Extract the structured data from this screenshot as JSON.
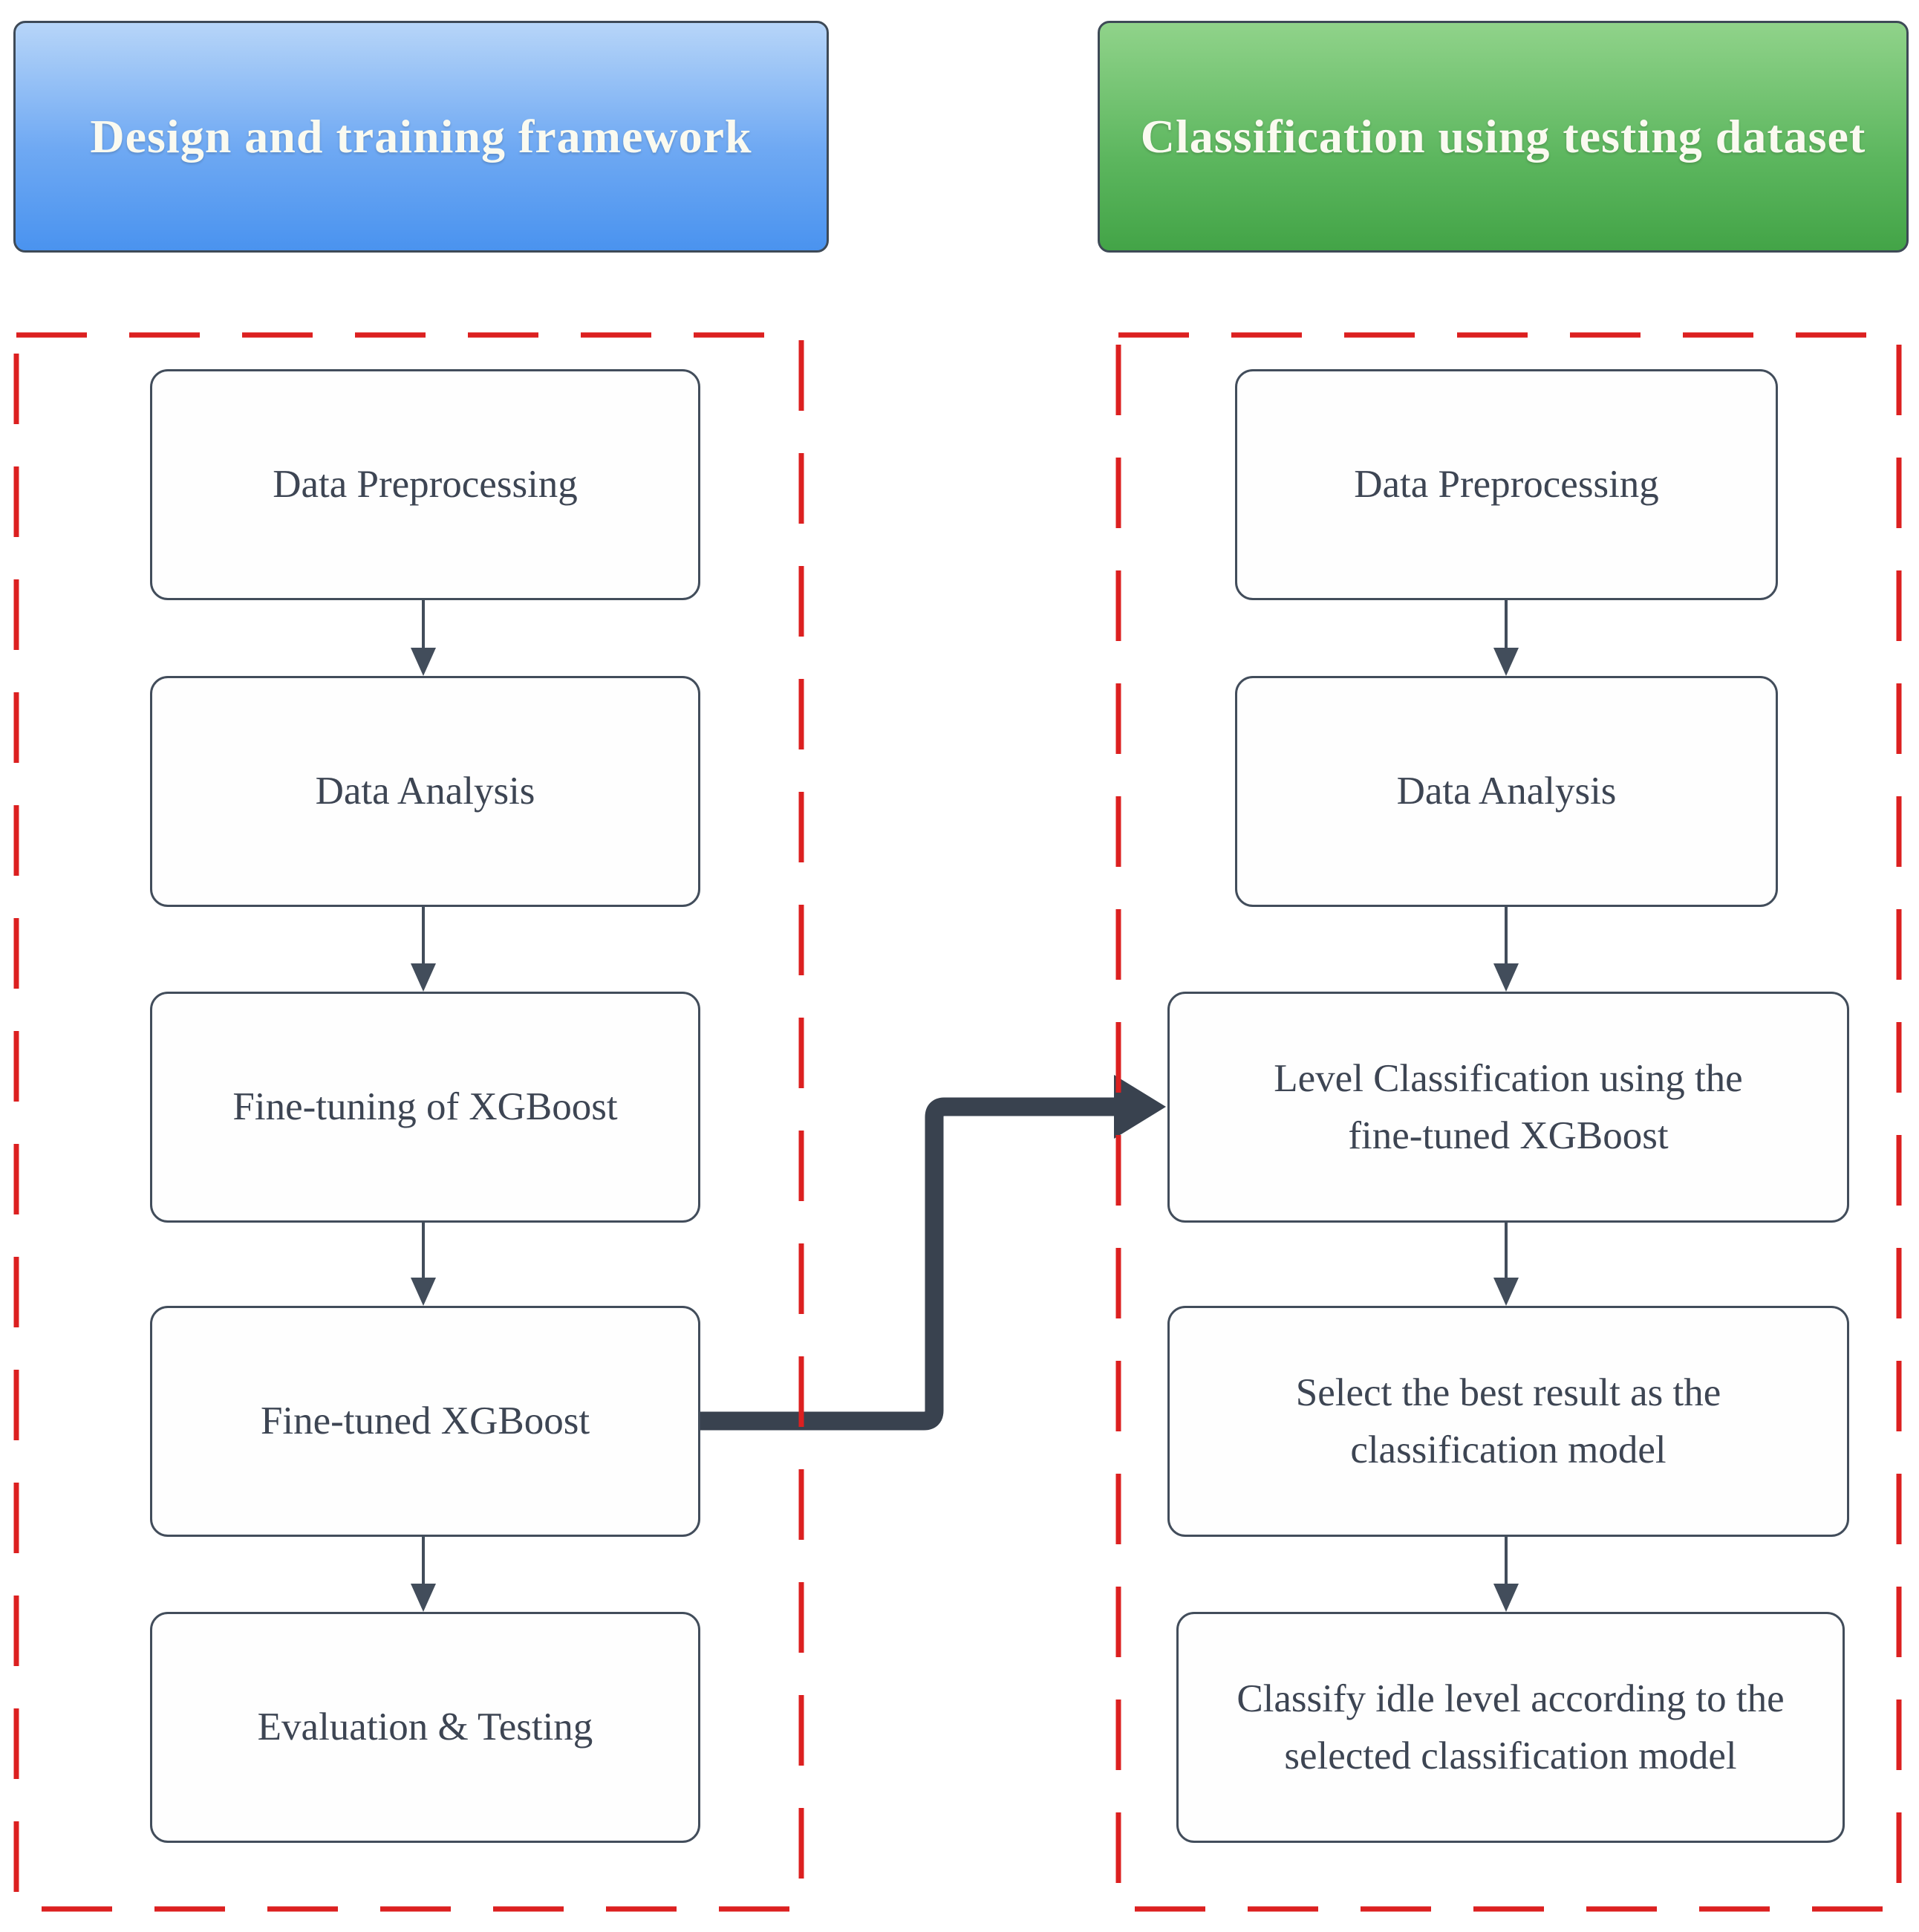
{
  "diagram": {
    "left_section": {
      "header": "Design and training framework",
      "boxes": [
        "Data Preprocessing",
        "Data Analysis",
        "Fine-tuning of XGBoost",
        "Fine-tuned XGBoost",
        "Evaluation & Testing"
      ]
    },
    "right_section": {
      "header": "Classification using testing dataset",
      "boxes": [
        "Data Preprocessing",
        "Data Analysis",
        "Level Classification using the\nfine-tuned XGBoost",
        "Select the best result as the\nclassification model",
        "Classify idle level according to the\nselected classification model"
      ]
    },
    "colors": {
      "accent_red": "#dc2020",
      "blue_gradient_top": "#b7d5f8",
      "blue_gradient_bottom": "#4a93ef",
      "green_gradient_top": "#90d38a",
      "green_gradient_bottom": "#43a447",
      "node_border": "#424d5b",
      "node_text": "#3d4553",
      "connector_dark": "#39424f",
      "header_text": "#fafaf0"
    }
  }
}
